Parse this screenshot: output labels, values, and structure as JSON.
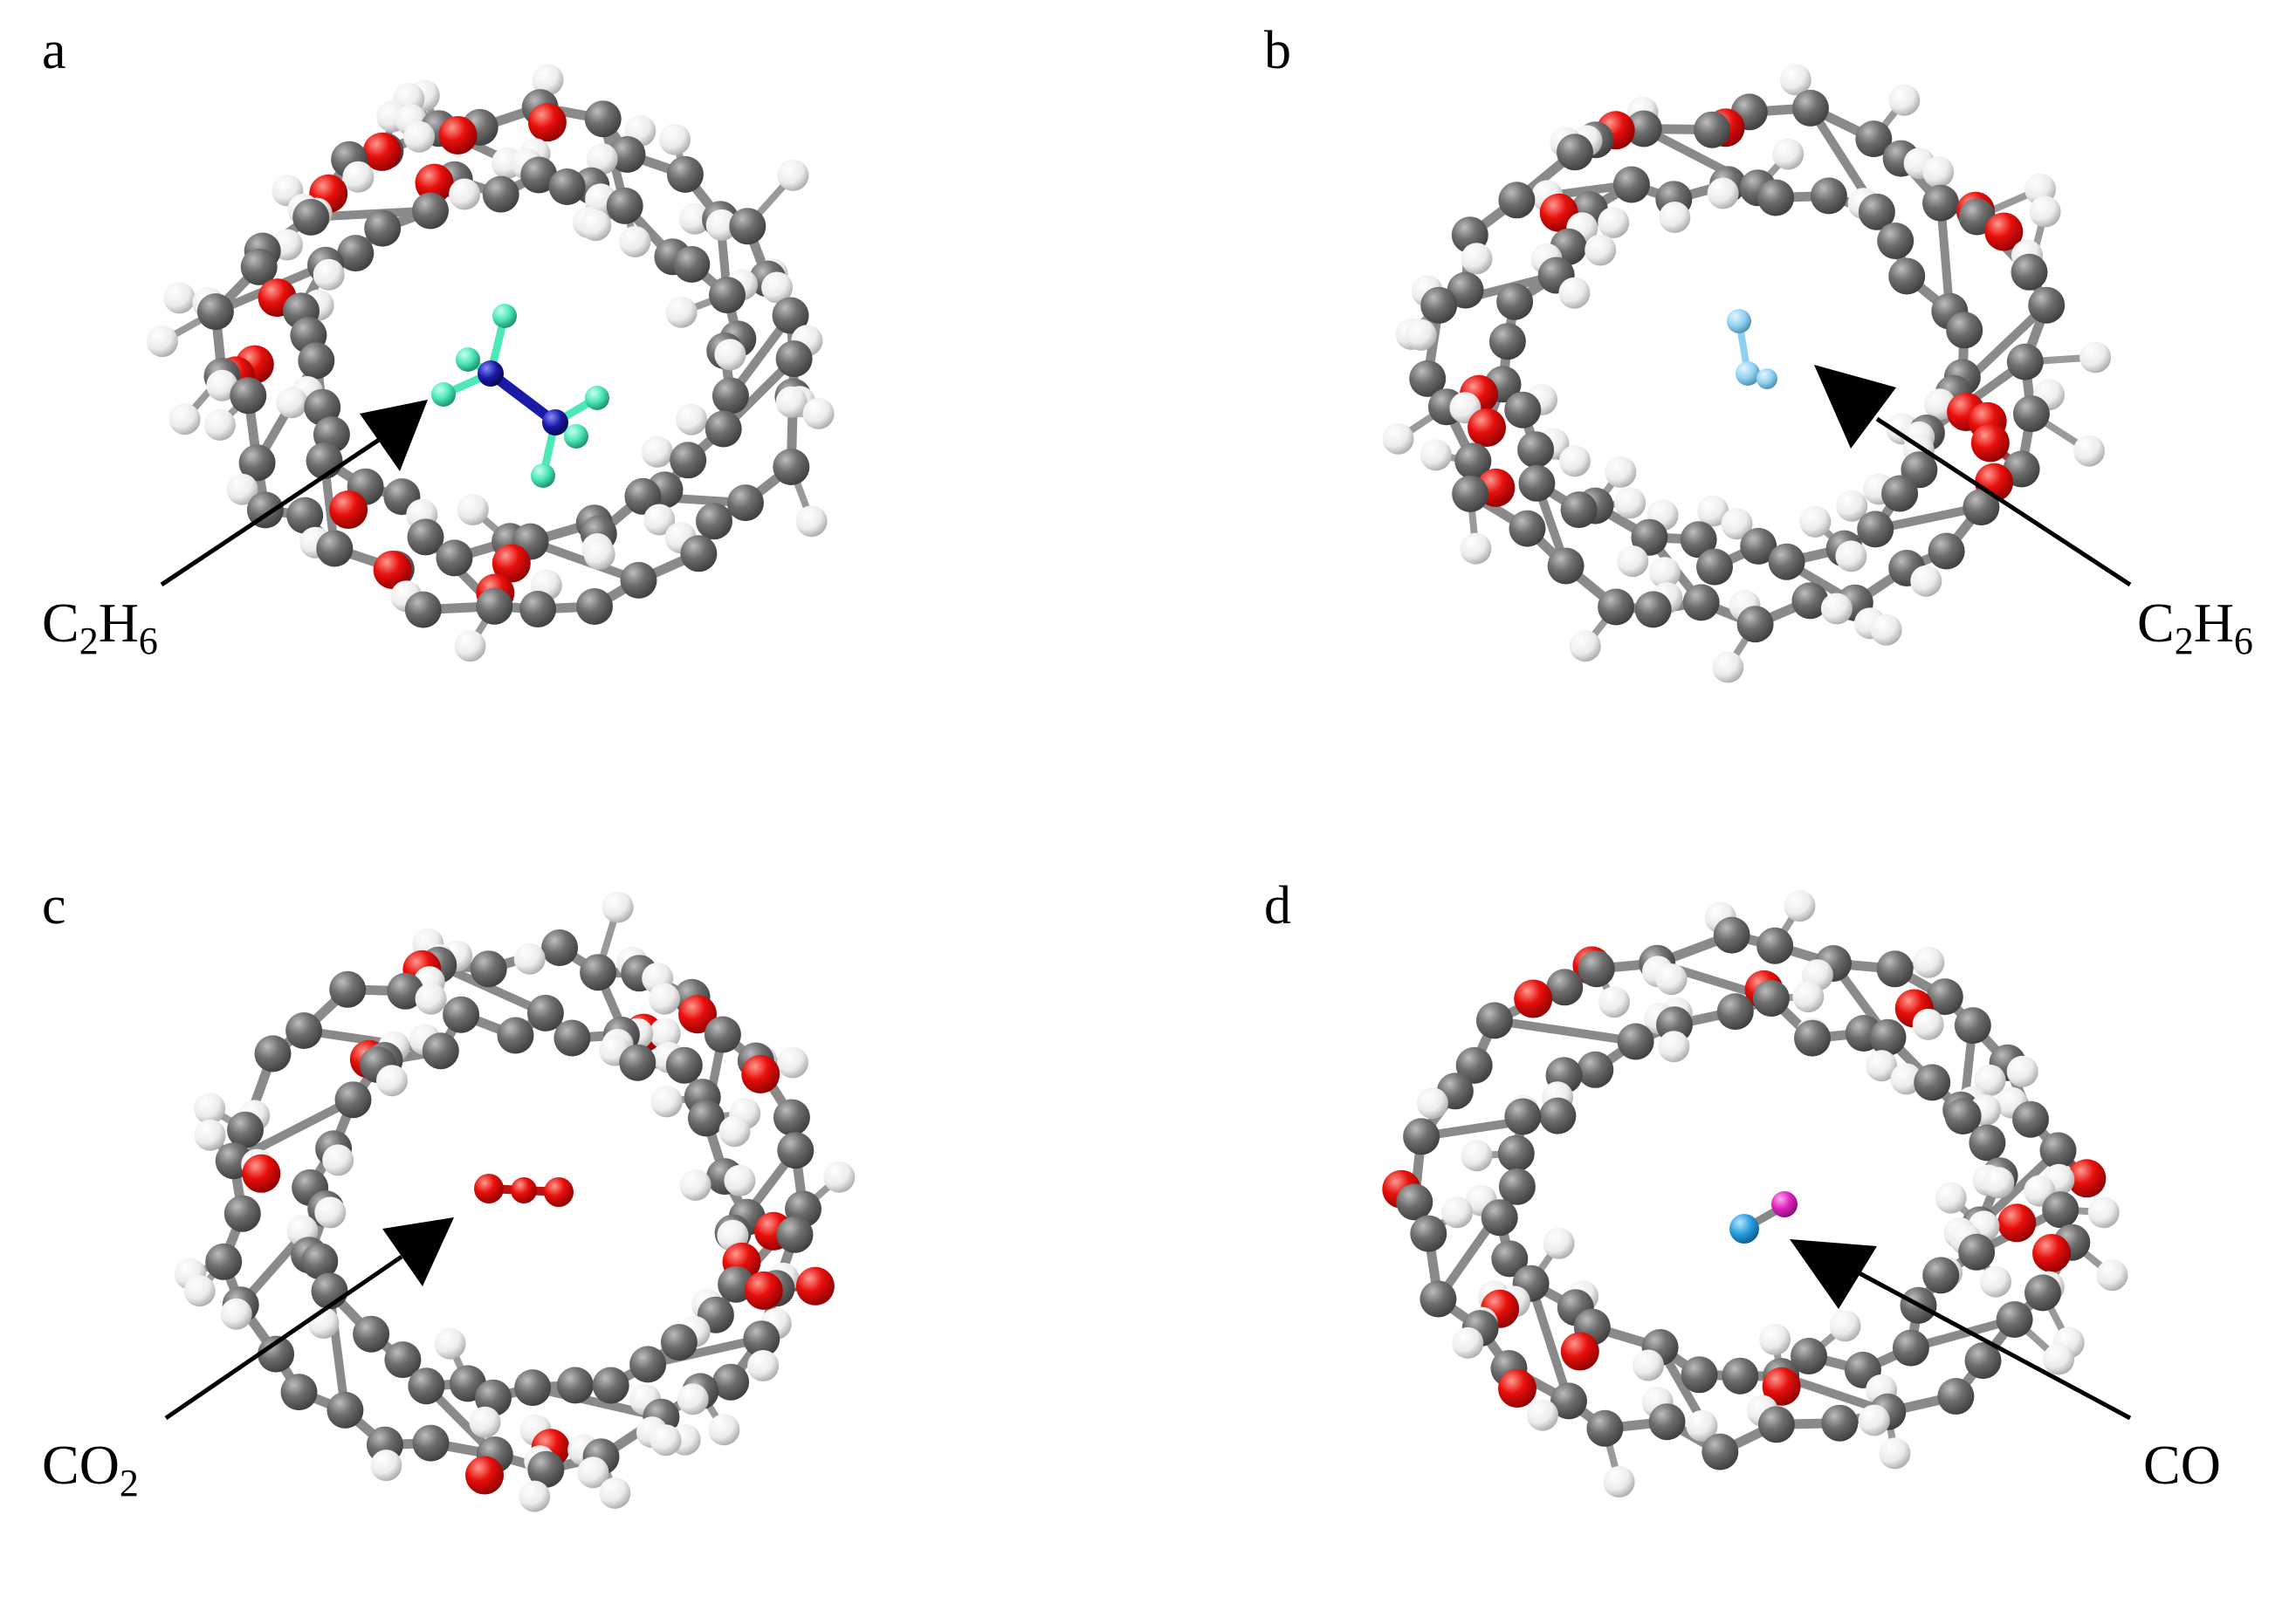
{
  "colors": {
    "carbon": "#6e6e6e",
    "hydrogen": "#f2f2f2",
    "oxygen": "#e8100c",
    "bond": "#8a8a8a",
    "arrow": "#000000",
    "guest_a_carbon": "#1a1aa8",
    "guest_a_hydrogen": "#4de8b8",
    "guest_b": "#8fd0f0",
    "guest_c": "#e8100c",
    "guest_d_carbon": "#2aa0e0",
    "guest_d_oxygen": "#e020c0"
  },
  "panels": [
    {
      "id": "a",
      "letter": "a",
      "guest": {
        "main": "C",
        "sub1": "2",
        "mid": "H",
        "sub2": "6"
      },
      "guest_icon": "ethane-molecule-icon"
    },
    {
      "id": "b",
      "letter": "b",
      "guest": {
        "main": "C",
        "sub1": "2",
        "mid": "H",
        "sub2": "6"
      },
      "guest_icon": "ethane-molecule-icon"
    },
    {
      "id": "c",
      "letter": "c",
      "guest": {
        "main": "CO",
        "sub1": "2",
        "mid": "",
        "sub2": ""
      },
      "guest_icon": "carbon-dioxide-molecule-icon"
    },
    {
      "id": "d",
      "letter": "d",
      "guest": {
        "main": "CO",
        "sub1": "",
        "mid": "",
        "sub2": ""
      },
      "guest_icon": "carbon-monoxide-molecule-icon"
    }
  ]
}
